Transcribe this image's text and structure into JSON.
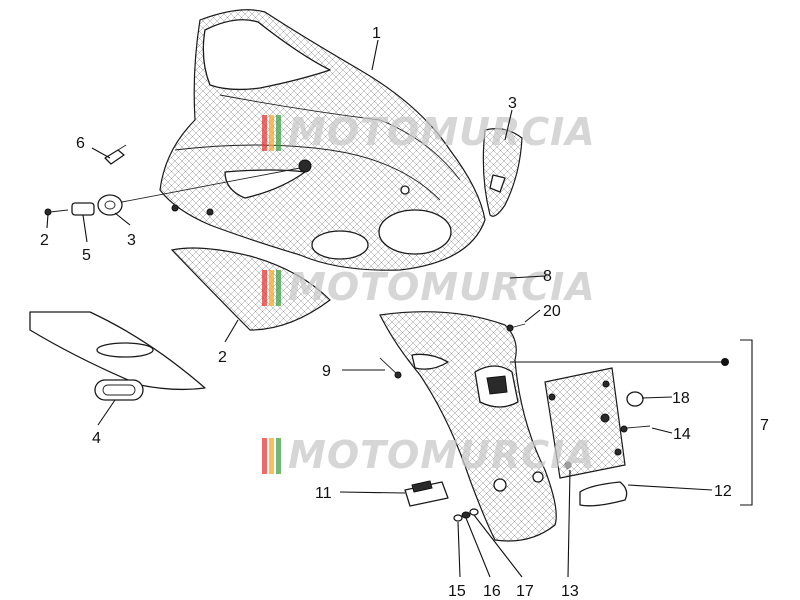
{
  "watermark": {
    "text": "MOTOMURCIA",
    "stripe_colors": [
      "#e53935",
      "#f9a825",
      "#43a047"
    ]
  },
  "callouts": [
    {
      "id": "1",
      "text": "1"
    },
    {
      "id": "2a",
      "text": "2"
    },
    {
      "id": "2b",
      "text": "2"
    },
    {
      "id": "3a",
      "text": "3"
    },
    {
      "id": "3b",
      "text": "3"
    },
    {
      "id": "4",
      "text": "4"
    },
    {
      "id": "5",
      "text": "5"
    },
    {
      "id": "6",
      "text": "6"
    },
    {
      "id": "7",
      "text": "7"
    },
    {
      "id": "8",
      "text": "8"
    },
    {
      "id": "9",
      "text": "9"
    },
    {
      "id": "11",
      "text": "11"
    },
    {
      "id": "12",
      "text": "12"
    },
    {
      "id": "13",
      "text": "13"
    },
    {
      "id": "14",
      "text": "14"
    },
    {
      "id": "15",
      "text": "15"
    },
    {
      "id": "16",
      "text": "16"
    },
    {
      "id": "17",
      "text": "17"
    },
    {
      "id": "18",
      "text": "18"
    },
    {
      "id": "20",
      "text": "20"
    }
  ]
}
